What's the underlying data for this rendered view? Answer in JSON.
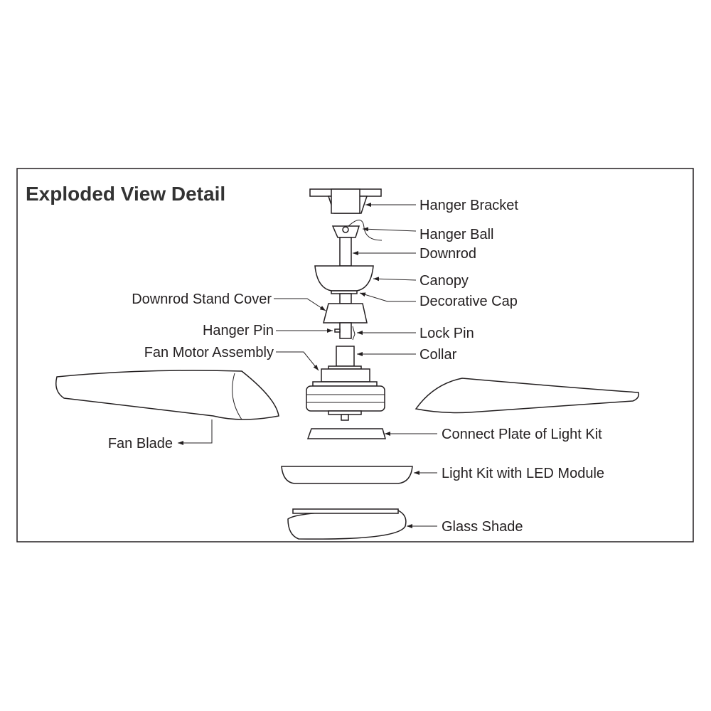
{
  "title": "Exploded View Detail",
  "labels": {
    "hanger_bracket": "Hanger Bracket",
    "hanger_ball": "Hanger Ball",
    "downrod": "Downrod",
    "canopy": "Canopy",
    "decorative_cap": "Decorative Cap",
    "downrod_stand_cover": "Downrod Stand Cover",
    "hanger_pin": "Hanger Pin",
    "lock_pin": "Lock Pin",
    "fan_motor_assembly": "Fan Motor Assembly",
    "collar": "Collar",
    "fan_blade": "Fan Blade",
    "connect_plate": "Connect Plate of Light Kit",
    "light_kit": "Light Kit with LED Module",
    "glass_shade": "Glass Shade"
  }
}
